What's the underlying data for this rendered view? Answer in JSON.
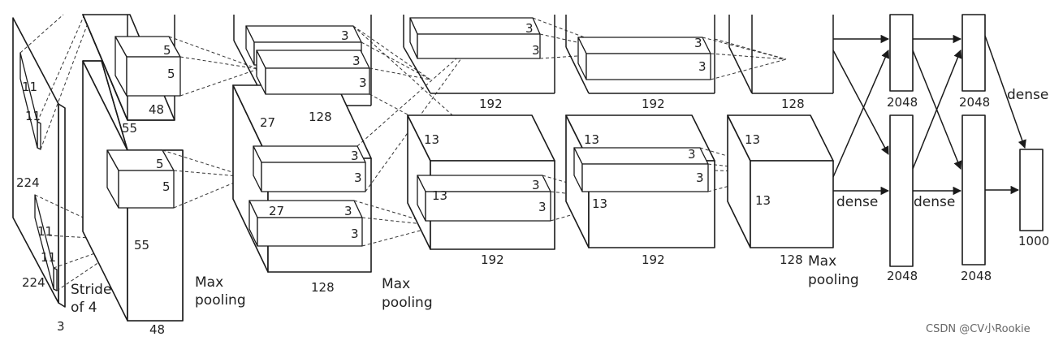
{
  "input": {
    "size_h": "224",
    "size_w": "224",
    "depth": "3",
    "kernel_a": "11",
    "kernel_b": "11",
    "kernel_c": "11",
    "kernel_d": "11",
    "stride_line1": "Stride",
    "stride_line2": "of 4"
  },
  "conv1": {
    "top_kernel_a": "5",
    "top_kernel_b": "5",
    "top_depth": "48",
    "spatial": "55",
    "bottom_kernel_a": "5",
    "bottom_kernel_b": "5",
    "bottom_depth": "48",
    "center_label": "55",
    "pool_line1": "Max",
    "pool_line2": "pooling"
  },
  "conv2": {
    "spatial": "27",
    "top_depth": "128",
    "bottom_depth": "128",
    "kernel_labels_top": [
      "3",
      "3",
      "3"
    ],
    "kernel_labels_bottom": [
      "3",
      "3",
      "3",
      "3"
    ],
    "inner_spatial": "27",
    "pool_line1": "Max",
    "pool_line2": "pooling"
  },
  "conv3": {
    "top_depth": "192",
    "bottom_depth": "192",
    "spatial": "13",
    "inner_spatial": "13",
    "kernel_labels": [
      "3",
      "3",
      "3",
      "3"
    ]
  },
  "conv4": {
    "top_depth": "192",
    "bottom_depth": "192",
    "spatial": "13",
    "inner_spatial": "13",
    "kernel_labels": [
      "3",
      "3",
      "3",
      "3"
    ]
  },
  "conv5": {
    "top_depth": "128",
    "bottom_depth": "128",
    "spatial_a": "13",
    "spatial_b": "13",
    "pool_line1": "Max",
    "pool_line2": "pooling"
  },
  "fc": {
    "fc1_top": "2048",
    "fc1_bottom": "2048",
    "fc2_top": "2048",
    "fc2_bottom": "2048",
    "output": "1000",
    "dense_a": "dense",
    "dense_b": "dense",
    "dense_c": "dense"
  },
  "watermark": "CSDN @CV小Rookie"
}
